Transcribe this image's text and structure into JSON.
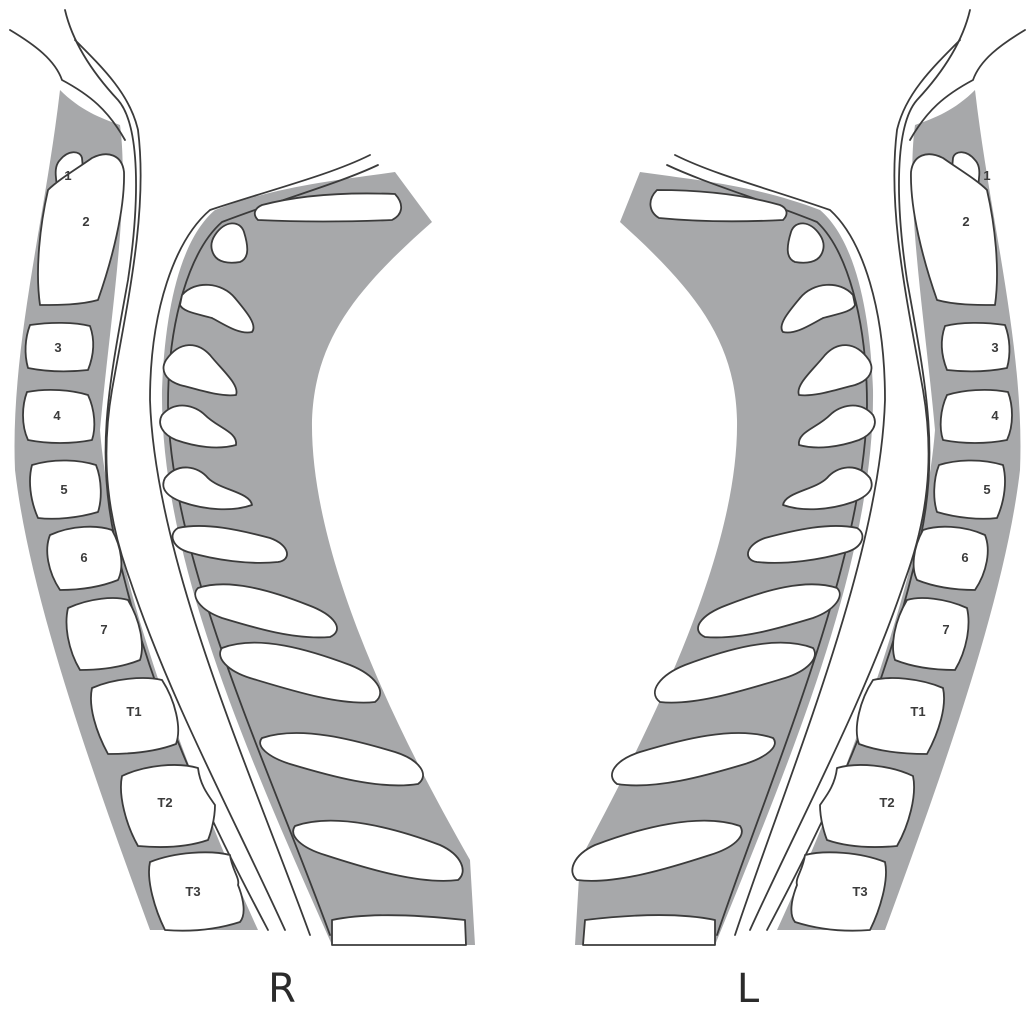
{
  "figure": {
    "side_labels": {
      "right": "R",
      "left": "L"
    },
    "vertebra_labels": [
      "1",
      "2",
      "3",
      "4",
      "5",
      "6",
      "7",
      "T1",
      "T2",
      "T3"
    ],
    "colors": {
      "shade": "#a7a8aa",
      "bone": "#ffffff",
      "outline": "#3b3b3b"
    }
  }
}
